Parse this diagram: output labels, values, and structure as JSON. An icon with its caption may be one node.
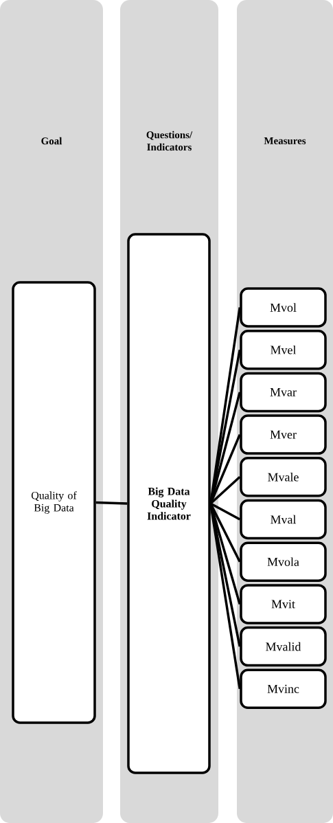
{
  "diagram": {
    "nodes": [
      {
        "text": [
          "Goal"
        ]
      },
      {
        "text": [
          "Questions/ Indicators"
        ]
      },
      {
        "text": [
          "Measures"
        ]
      },
      {
        "text": [
          "Quality of Big Data"
        ],
        "in": 0
      },
      {
        "text": [
          "Big Data Quality Indicator"
        ],
        "in": 1
      },
      {
        "text": [
          "Mvol"
        ],
        "in": 2
      },
      {
        "text": [
          "Mvel"
        ],
        "in": 2
      },
      {
        "text": [
          "Mvar"
        ],
        "in": 2
      },
      {
        "text": [
          "Mver"
        ],
        "in": 2
      },
      {
        "text": [
          "Mvale"
        ],
        "in": 2
      },
      {
        "text": [
          "Mval"
        ],
        "in": 2
      },
      {
        "text": [
          "Mvola"
        ],
        "in": 2
      },
      {
        "text": [
          "Mvit"
        ],
        "in": 2
      },
      {
        "text": [
          "Mvalid"
        ],
        "in": 2
      },
      {
        "text": [
          "Mvinc"
        ],
        "in": 2
      }
    ],
    "edges": [
      {
        "from": 3,
        "to": 4,
        "arrow": "none"
      },
      {
        "from": 4,
        "to": 5,
        "arrow": "none"
      },
      {
        "from": 4,
        "to": 6,
        "arrow": "none"
      },
      {
        "from": 4,
        "to": 7,
        "arrow": "none"
      },
      {
        "from": 4,
        "to": 8,
        "arrow": "none"
      },
      {
        "from": 4,
        "to": 9,
        "arrow": "none"
      },
      {
        "from": 4,
        "to": 10,
        "arrow": "none"
      },
      {
        "from": 4,
        "to": 11,
        "arrow": "none"
      },
      {
        "from": 4,
        "to": 12,
        "arrow": "none"
      },
      {
        "from": 4,
        "to": 13,
        "arrow": "none"
      },
      {
        "from": 4,
        "to": 14,
        "arrow": "none"
      }
    ]
  }
}
